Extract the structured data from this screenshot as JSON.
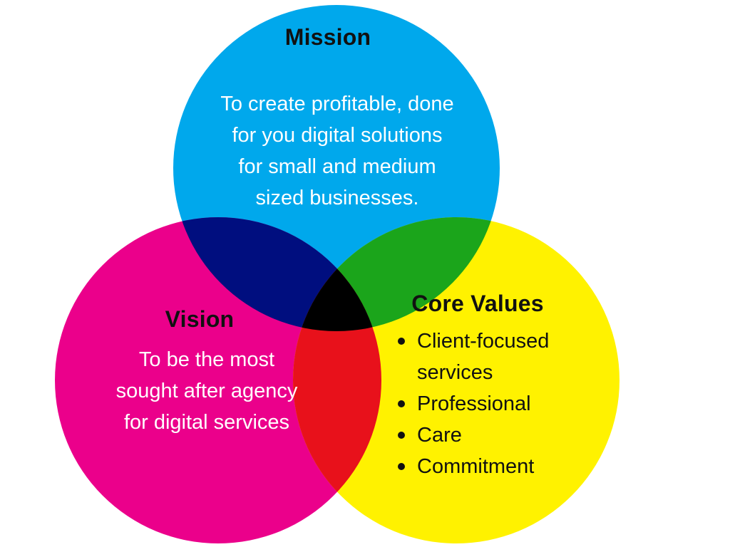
{
  "colors": {
    "mission": "#00A8EC",
    "vision": "#EB008B",
    "core_values": "#FFF200",
    "mission_vision": "#000E7F",
    "mission_core_values": "#1BA51B",
    "vision_core_values": "#E8111B",
    "center": "#000000"
  },
  "mission": {
    "title": "Mission",
    "lines": [
      "To create profitable, done",
      "for you digital solutions",
      "for small and medium",
      "sized businesses."
    ]
  },
  "vision": {
    "title": "Vision",
    "lines": [
      "To be the most",
      "sought after agency",
      "for digital services"
    ]
  },
  "core_values": {
    "title": "Core Values",
    "items": [
      {
        "lines": [
          "Client-focused",
          "services"
        ]
      },
      {
        "lines": [
          "Professional"
        ]
      },
      {
        "lines": [
          "Care"
        ]
      },
      {
        "lines": [
          "Commitment"
        ]
      }
    ]
  }
}
